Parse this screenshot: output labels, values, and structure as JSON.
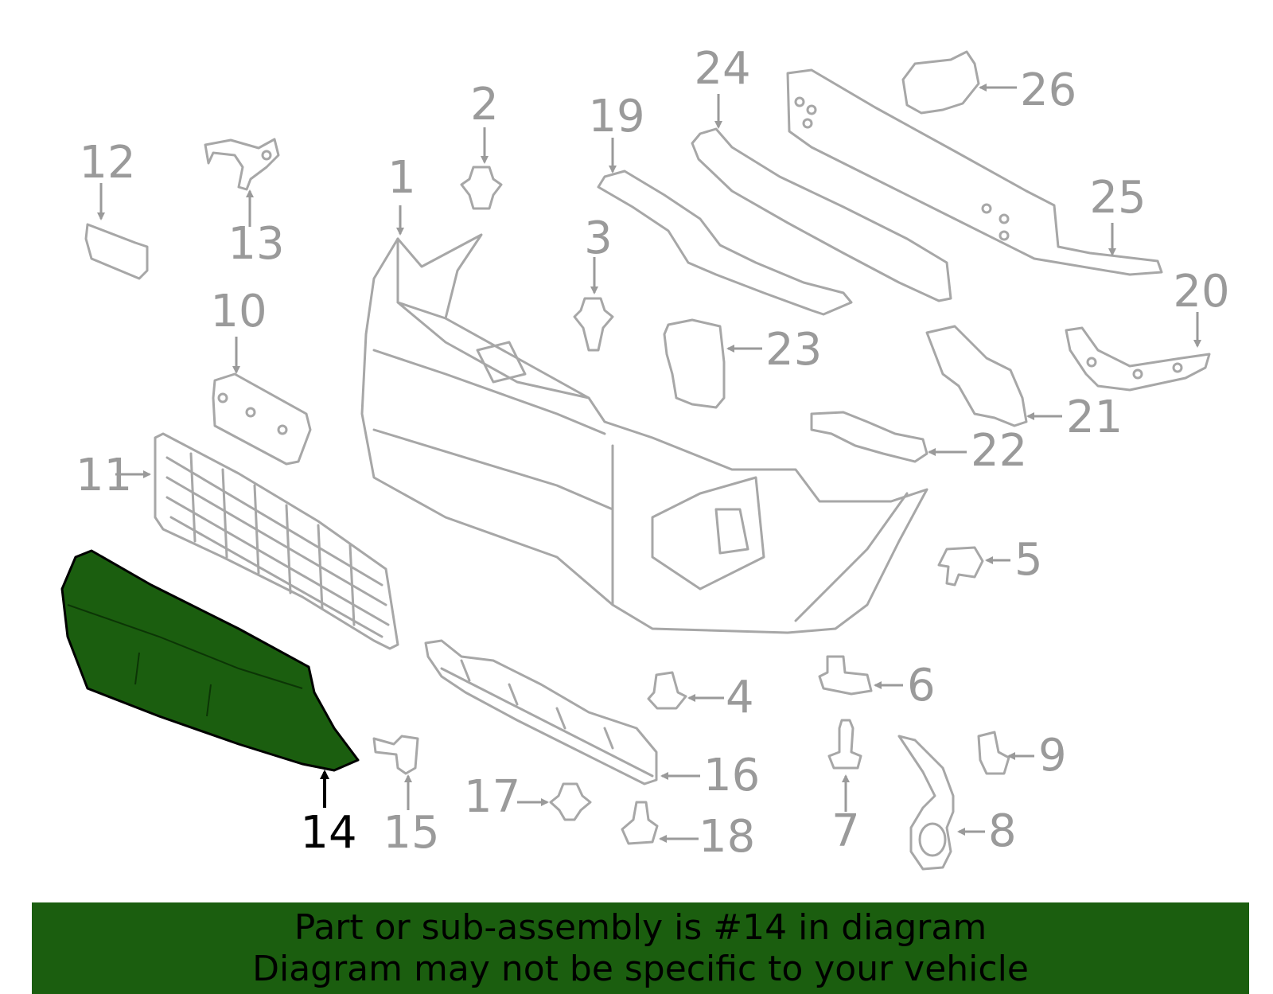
{
  "diagram": {
    "callouts": [
      {
        "id": "1",
        "label": "1"
      },
      {
        "id": "2",
        "label": "2"
      },
      {
        "id": "3",
        "label": "3"
      },
      {
        "id": "4",
        "label": "4"
      },
      {
        "id": "5",
        "label": "5"
      },
      {
        "id": "6",
        "label": "6"
      },
      {
        "id": "7",
        "label": "7"
      },
      {
        "id": "8",
        "label": "8"
      },
      {
        "id": "9",
        "label": "9"
      },
      {
        "id": "10",
        "label": "10"
      },
      {
        "id": "11",
        "label": "11"
      },
      {
        "id": "12",
        "label": "12"
      },
      {
        "id": "13",
        "label": "13"
      },
      {
        "id": "14",
        "label": "14",
        "highlighted": true
      },
      {
        "id": "15",
        "label": "15"
      },
      {
        "id": "16",
        "label": "16"
      },
      {
        "id": "17",
        "label": "17"
      },
      {
        "id": "18",
        "label": "18"
      },
      {
        "id": "19",
        "label": "19"
      },
      {
        "id": "20",
        "label": "20"
      },
      {
        "id": "21",
        "label": "21"
      },
      {
        "id": "22",
        "label": "22"
      },
      {
        "id": "23",
        "label": "23"
      },
      {
        "id": "24",
        "label": "24"
      },
      {
        "id": "25",
        "label": "25"
      },
      {
        "id": "26",
        "label": "26"
      }
    ],
    "highlight_color": "#1b5e0f",
    "line_color": "#a7a7a7"
  },
  "banner": {
    "line1": "Part or sub-assembly is #14 in diagram",
    "line2": "Diagram may not be specific to your vehicle",
    "background": "#1b5e0f"
  }
}
